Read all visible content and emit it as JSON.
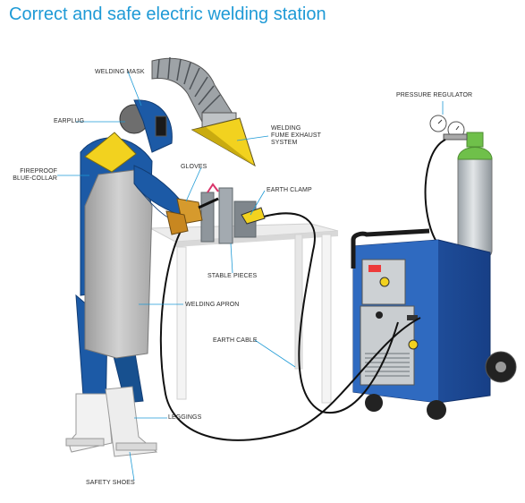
{
  "title": "Correct and safe electric welding station",
  "labels": {
    "welding_mask": "WELDING MASK",
    "earplug": "EARPLUG",
    "fireproof_line1": "FIREPROOF",
    "fireproof_line2": "BLUE-COLLAR",
    "gloves": "GLOVES",
    "fume_line1": "WELDING",
    "fume_line2": "FUME EXHAUST",
    "fume_line3": "SYSTEM",
    "earth_clamp": "EARTH CLAMP",
    "pressure_regulator": "PRESSURE REGULATOR",
    "stable_pieces": "STABLE PIECES",
    "welding_apron": "WELDING APRON",
    "earth_cable": "EARTH CABLE",
    "leggings": "LEGGINGS",
    "safety_shoes": "SAFETY SHOES"
  },
  "colors": {
    "title": "#1e9ad6",
    "suit_blue": "#1c5aa6",
    "apron_grey": "#b8b8b8",
    "mask_yellow": "#f2d21f",
    "machine_blue": "#1f4fa0",
    "gas_green": "#6fc04a",
    "leader_line": "#1e9ad6"
  }
}
